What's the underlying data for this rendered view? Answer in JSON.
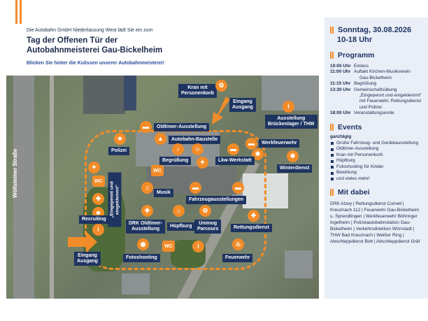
{
  "header": {
    "invite": "Die Autobahn GmbH Niederlassung West lädt Sie ein zum",
    "title_line1": "Tag der Offenen Tür der",
    "title_line2": "Autobahnmeisterei Gau-Bickelheim",
    "tagline": "Blicken Sie hinter die Kulissen unserer Autobahnmeisterei!"
  },
  "map": {
    "street": "Wöllsteiner Straße",
    "labels": {
      "kran": "Kran mit\nPersonenkorb",
      "eingang_top": "Eingang\nAusgang",
      "ausstellung": "Ausstellung\nBrückenlager / THW",
      "oldtimer": "Oldtimer-Ausstellung",
      "baustelle": "Autobahn-Baustelle",
      "werkfeuerwehr": "Werkfeuerwehr",
      "polizei": "Polizei",
      "begruessung": "Begrüßung",
      "werkstatt": "Lkw-Werkstatt",
      "winterdienst": "Winterdienst",
      "musik": "Musik",
      "eingeklemmt": "„Eingepennt und\neingeklemmt“",
      "fahrzeug": "Fahrzeugausstellungen",
      "recruiting": "Recruiting",
      "drk": "DRK Oldtimer-\nAusstellung",
      "huepfburg": "Hüpfburg",
      "unimog": "Unimog\nParcours",
      "rettung": "Rettungsdienst",
      "eingang_bottom": "Eingang\nAusgang",
      "fotoshooting": "Fotoshooting",
      "feuerwehr": "Feuerwehr"
    },
    "icons": {
      "wc": "WC",
      "info": "i"
    }
  },
  "sidebar": {
    "date": "Sonntag, 30.08.2026",
    "time": "10-18 Uhr",
    "program_heading": "Programm",
    "program": [
      {
        "time": "10:00 Uhr",
        "text": "Einlass",
        "sub": []
      },
      {
        "time": "11:00 Uhr",
        "text": "Auftakt Kirchen-Musikverein",
        "sub": [
          "Gau-Bickelheim"
        ]
      },
      {
        "time": "11:15 Uhr",
        "text": "Begrüßung",
        "sub": []
      },
      {
        "time": "13:30 Uhr",
        "text": "Gemeinschaftsübung",
        "sub": [
          "„Eingepennt und eingeklemmt“",
          "mit Feuerwehr, Rettungsdienst",
          "und Polizei"
        ]
      },
      {
        "time": "18:00 Uhr",
        "text": "Veranstaltungsende",
        "sub": []
      }
    ],
    "events_heading": "Events",
    "events_intro": "ganztägig",
    "events": [
      "Große Fahrzeug- und Geräteausstellung",
      "Oldtimer-Ausstellung",
      "Kran mit Personenkorb",
      "Hüpfburg",
      "Fotoshooting für Kinder",
      "Bewirtung",
      "und vieles mehr!"
    ],
    "partners_heading": "Mit dabei",
    "partners": "DRK Alzey | Rettungsdienst Corneli | Kreuznach 112 | Feuerwehr Gau-Bickelheim u. Sprendlingen | Werkfeuerwehr Böhringer Ingelheim | Polizeiautobahnstation Gau-Bickelheim | Verkehrsdirektion Wörrstadt | THW Bad Kreuznach | Weißer Ring | Abschleppdienst Bott | Abschleppdienst Gräf",
    "colors": {
      "accent": "#f28c28",
      "navy": "#1e3461",
      "panel": "#e9eef7"
    }
  }
}
